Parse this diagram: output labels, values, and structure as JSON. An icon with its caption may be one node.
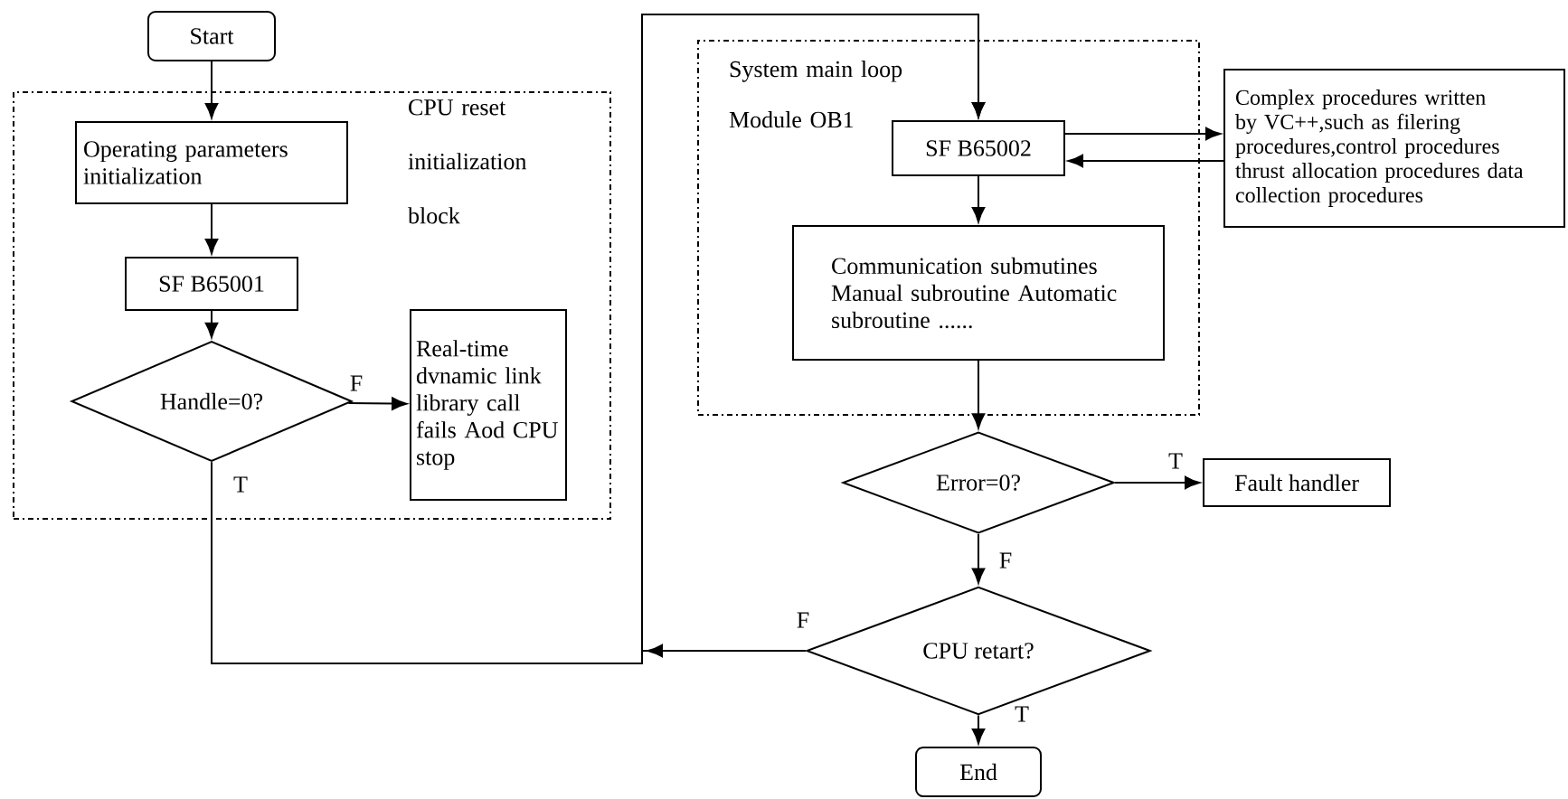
{
  "diagram": {
    "nodes": [
      {
        "text": [
          "Start"
        ]
      },
      {
        "text": [
          "CPU reset initialization block"
        ]
      },
      {
        "text": [
          "Operating parameters initialization"
        ],
        "in": 1
      },
      {
        "text": [
          "SF B65001"
        ],
        "in": 1
      },
      {
        "text": [
          "Handle=0?"
        ],
        "in": 1
      },
      {
        "text": [
          "Real-time dvnamic link library call fails Aod CPU stop"
        ],
        "in": 1
      },
      {
        "text": [
          "System main loop Module OB1"
        ]
      },
      {
        "text": [
          "SF B65002"
        ],
        "in": 6
      },
      {
        "text": [
          "Communication submutines Manual subroutine Automatic subroutine ......"
        ],
        "in": 6
      },
      {
        "text": [
          "Complex procedures written by VC++,such as filering procedures,control procedures thrust allocation procedures data collection procedures"
        ]
      },
      {
        "text": [
          "Error=0?"
        ]
      },
      {
        "text": [
          "Fault handler"
        ]
      },
      {
        "text": [
          "CPU retart?"
        ]
      },
      {
        "text": [
          "End"
        ]
      }
    ],
    "edges": [
      {
        "from": 0,
        "to": 2,
        "arrow": "to"
      },
      {
        "from": 2,
        "to": 3,
        "arrow": "to"
      },
      {
        "from": 3,
        "to": 4,
        "arrow": "to"
      },
      {
        "from": 4,
        "to": 5,
        "arrow": "to",
        "label": "F"
      },
      {
        "from": 4,
        "to": 7,
        "arrow": "to",
        "label": "T"
      },
      {
        "from": 7,
        "to": 9,
        "arrow": "to"
      },
      {
        "from": 9,
        "to": 7,
        "arrow": "to"
      },
      {
        "from": 7,
        "to": 8,
        "arrow": "to"
      },
      {
        "from": 8,
        "to": 10,
        "arrow": "to"
      },
      {
        "from": 10,
        "to": 11,
        "arrow": "to",
        "label": "T"
      },
      {
        "from": 10,
        "to": 12,
        "arrow": "to",
        "label": "F"
      },
      {
        "from": 12,
        "to": 7,
        "arrow": "to",
        "label": "F"
      },
      {
        "from": 12,
        "to": 13,
        "arrow": "to",
        "label": "T"
      }
    ]
  }
}
